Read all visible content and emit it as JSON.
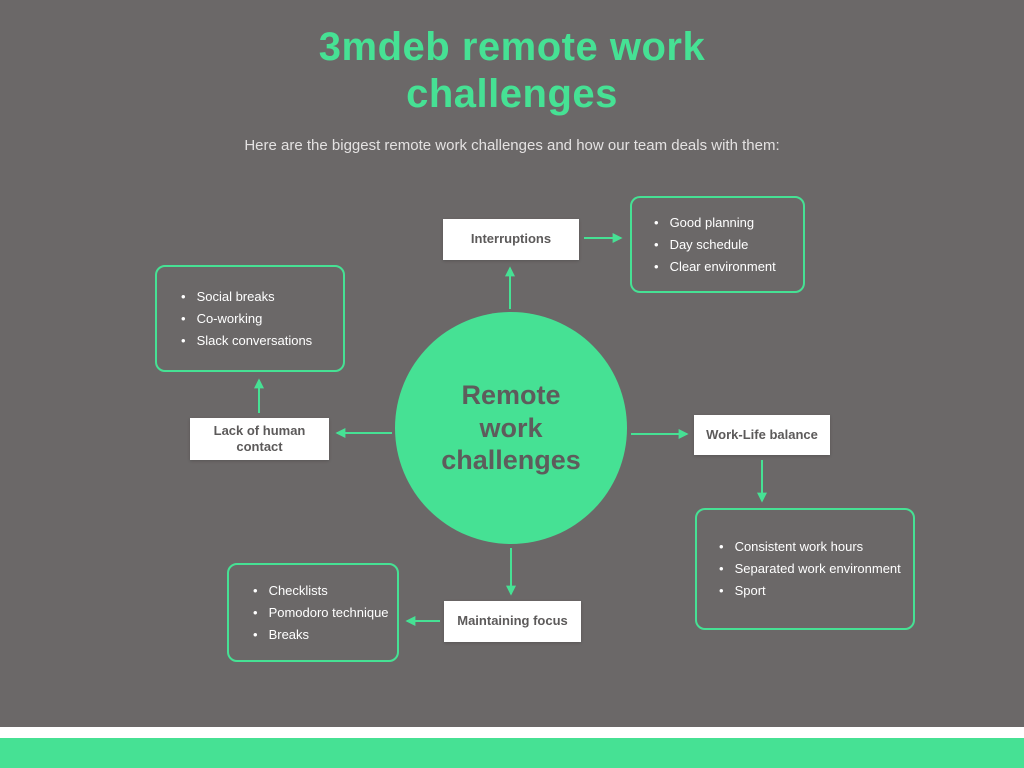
{
  "colors": {
    "accent": "#46E194",
    "background": "#6B6868",
    "box_text": "#5C5A5A",
    "list_text": "#FFFFFF"
  },
  "header": {
    "title": "3mdeb remote work\nchallenges",
    "subtitle": "Here are the biggest remote work challenges and how our team deals with them:"
  },
  "center": {
    "label": "Remote\nwork\nchallenges"
  },
  "nodes": {
    "interruptions": {
      "label": "Interruptions",
      "items": [
        "Good planning",
        "Day schedule",
        "Clear  environment"
      ]
    },
    "work_life_balance": {
      "label": "Work-Life balance",
      "items": [
        "Consistent work hours",
        "Separated work environment",
        "Sport"
      ]
    },
    "maintaining_focus": {
      "label": "Maintaining focus",
      "items": [
        "Checklists",
        "Pomodoro technique",
        "Breaks"
      ]
    },
    "lack_of_human_contact": {
      "label": "Lack of human\ncontact",
      "items": [
        "Social breaks",
        "Co-working",
        "Slack conversations"
      ]
    }
  }
}
